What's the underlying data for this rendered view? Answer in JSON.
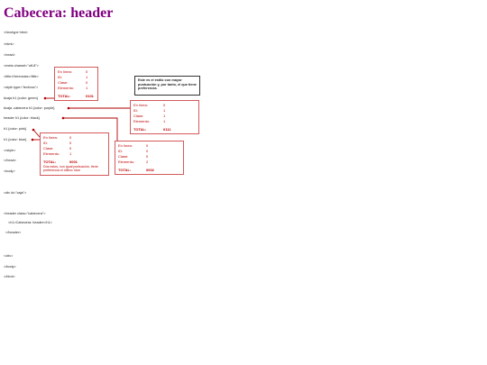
{
  "title": "Cabecera: header",
  "code_lines": [
    "<!doctype html>",
    "<html>",
    "<head>",
    "<meta charset=\"utf-8\">",
    "<title>Herencias</title>",
    "<style type=\"text/css\">",
    "#caja h1 {color: green}",
    "#caja .cabecera h1 {color: purple}",
    "header h1 {color: black}",
    "h1 {color: pink}",
    "h1 {color: blue}",
    "</style>",
    "</head>",
    "<body>",
    "<div id=\"caja\">",
    "<header class=\"cabecera\">",
    "<h1>Cabecera: header</h1>",
    "</header>",
    "</div>",
    "</body>",
    "</html>"
  ],
  "labels": {
    "inline": "En línea:",
    "ids": "ID:",
    "clase": "Clase:",
    "elemento": "Elemento:",
    "total": "TOTAL:"
  },
  "boxes": [
    {
      "inline": "0",
      "ids": "1",
      "clase": "0",
      "elemento": "1",
      "total": "0101",
      "note": ""
    },
    {
      "inline": "0",
      "ids": "1",
      "clase": "1",
      "elemento": "1",
      "total": "0111",
      "note": ""
    },
    {
      "inline": "0",
      "ids": "0",
      "clase": "0",
      "elemento": "1",
      "total": "0001",
      "note": "Dos estos, con igual puntuación, tiene preferencia el último: blue"
    },
    {
      "inline": "0",
      "ids": "0",
      "clase": "0",
      "elemento": "2",
      "total": "0002",
      "note": ""
    }
  ],
  "callout": "Este es el estilo con mayor puntuación y, por tanto, el que tiene preferencia.",
  "colors": {
    "title": "#800080",
    "box_border": "#d45a5a",
    "text_red": "#c00000",
    "arrow": "#b00000"
  }
}
